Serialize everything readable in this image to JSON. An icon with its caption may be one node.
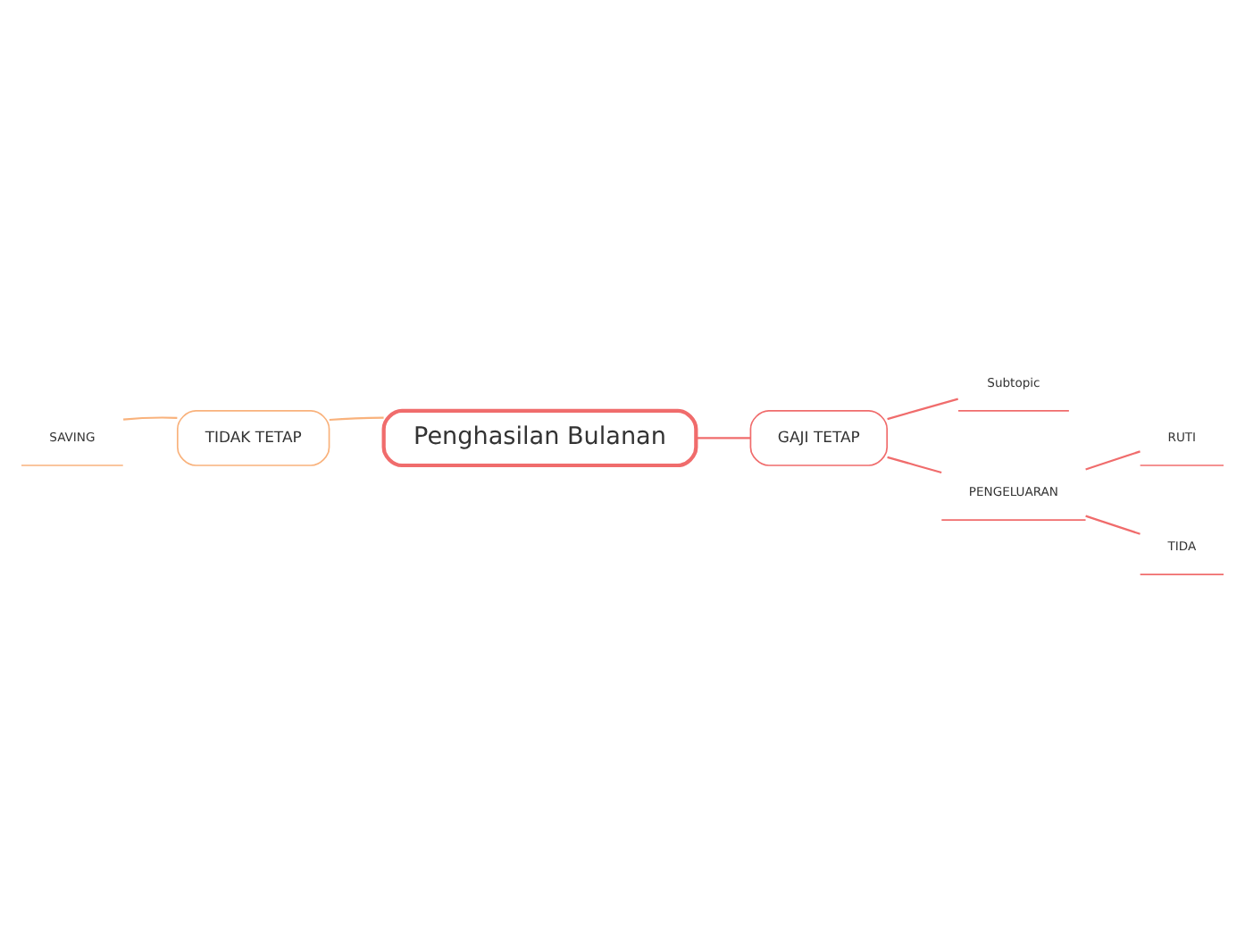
{
  "diagram": {
    "nodes": [
      {
        "text": [
          "Penghasilan Bulanan"
        ]
      },
      {
        "text": [
          "TIDAK TETAP"
        ]
      },
      {
        "text": [
          "SAVING"
        ]
      },
      {
        "text": [
          "GAJI TETAP"
        ]
      },
      {
        "text": [
          "Subtopic"
        ]
      },
      {
        "text": [
          "PENGELUARAN"
        ]
      },
      {
        "text": [
          "RUTI"
        ]
      },
      {
        "text": [
          "TIDA"
        ]
      }
    ],
    "edges": [
      {
        "from": 0,
        "to": 1,
        "arrow": "none",
        "color": "#f9b27c"
      },
      {
        "from": 1,
        "to": 2,
        "arrow": "none",
        "color": "#f9b27c"
      },
      {
        "from": 0,
        "to": 3,
        "arrow": "none"
      },
      {
        "from": 3,
        "to": 4,
        "arrow": "none"
      },
      {
        "from": 3,
        "to": 5,
        "arrow": "none"
      },
      {
        "from": 5,
        "to": 6,
        "arrow": "none"
      },
      {
        "from": 5,
        "to": 7,
        "arrow": "none"
      }
    ]
  }
}
